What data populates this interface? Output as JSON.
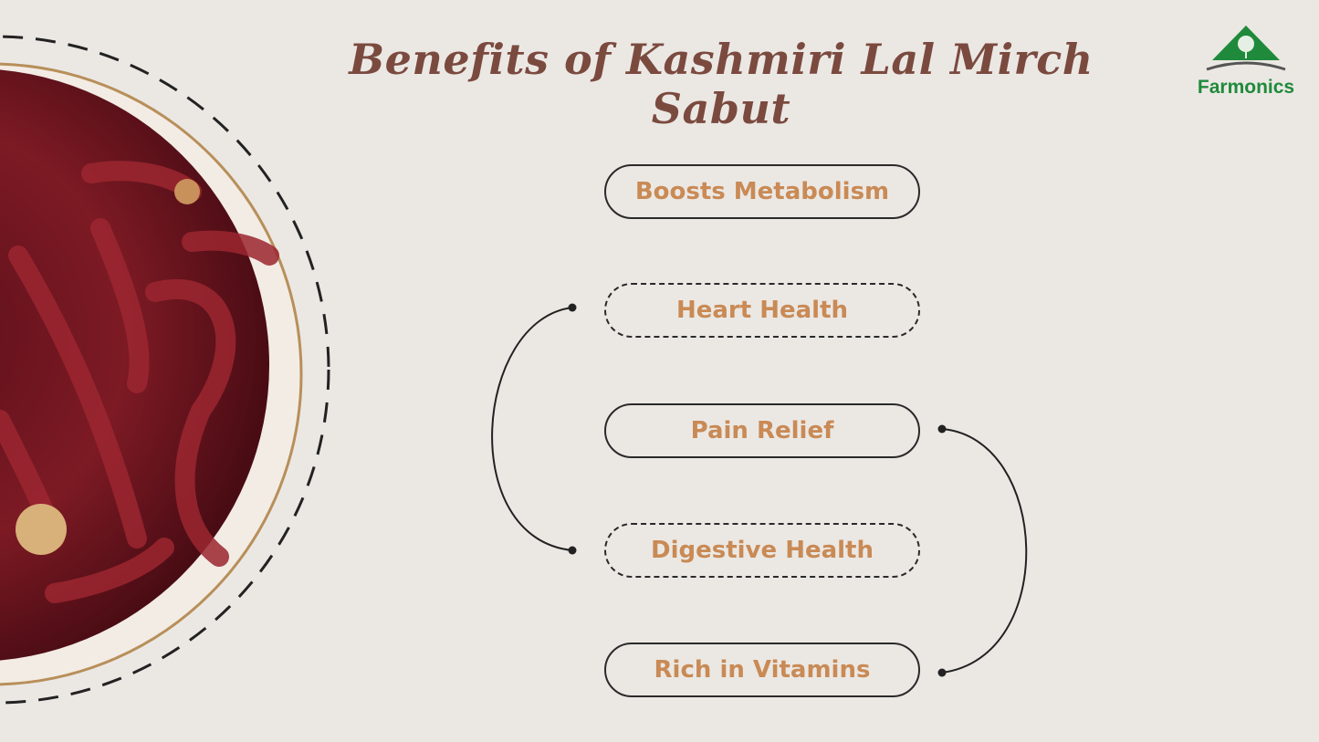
{
  "title": "Benefits of Kashmiri Lal Mirch Sabut",
  "logo": {
    "name": "Farmonics",
    "color": "#1f8a3b"
  },
  "benefits": [
    {
      "label": "Boosts Metabolism",
      "style": "solid"
    },
    {
      "label": "Heart Health",
      "style": "dashed"
    },
    {
      "label": "Pain Relief",
      "style": "solid"
    },
    {
      "label": "Digestive Health",
      "style": "dashed"
    },
    {
      "label": "Rich in Vitamins",
      "style": "solid"
    }
  ],
  "colors": {
    "background": "#ebe8e4",
    "title": "#7b4a3f",
    "label": "#c98a55"
  }
}
